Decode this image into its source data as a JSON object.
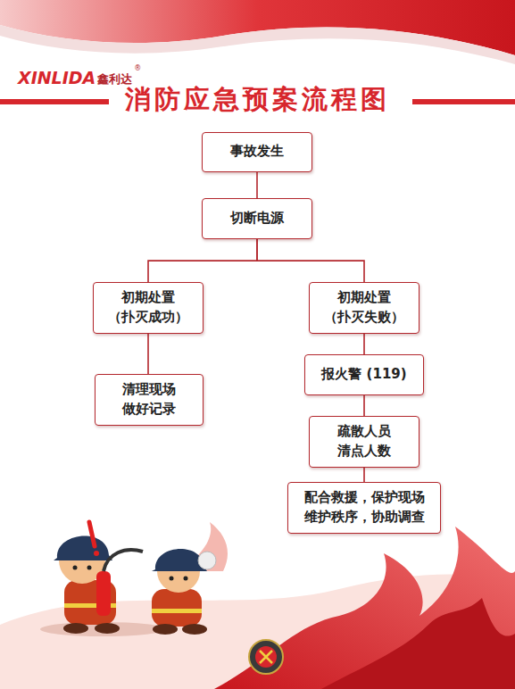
{
  "diagram": {
    "title": "消防应急预案流程图",
    "nodes": [
      {
        "text": [
          "事故发生"
        ]
      },
      {
        "text": [
          "切断电源"
        ]
      },
      {
        "text": [
          "初期处置 （扑灭成功）"
        ]
      },
      {
        "text": [
          "初期处置 （扑灭失败）"
        ]
      },
      {
        "text": [
          "清理现场 做好记录"
        ]
      },
      {
        "text": [
          "报火警 (119)"
        ]
      },
      {
        "text": [
          "疏散人员 清点人数"
        ]
      },
      {
        "text": [
          "配合救援，保护现场 维护秩序，协助调查"
        ]
      }
    ],
    "edges": [
      {
        "from": 0,
        "to": 1,
        "arrow": "none"
      },
      {
        "from": 1,
        "to": 2,
        "arrow": "none"
      },
      {
        "from": 1,
        "to": 3,
        "arrow": "none"
      },
      {
        "from": 2,
        "to": 4,
        "arrow": "none"
      },
      {
        "from": 3,
        "to": 5,
        "arrow": "none"
      },
      {
        "from": 5,
        "to": 6,
        "arrow": "none"
      },
      {
        "from": 6,
        "to": 7,
        "arrow": "none"
      }
    ],
    "labels": [
      "XINLIDA",
      "鑫利达",
      "®"
    ]
  }
}
